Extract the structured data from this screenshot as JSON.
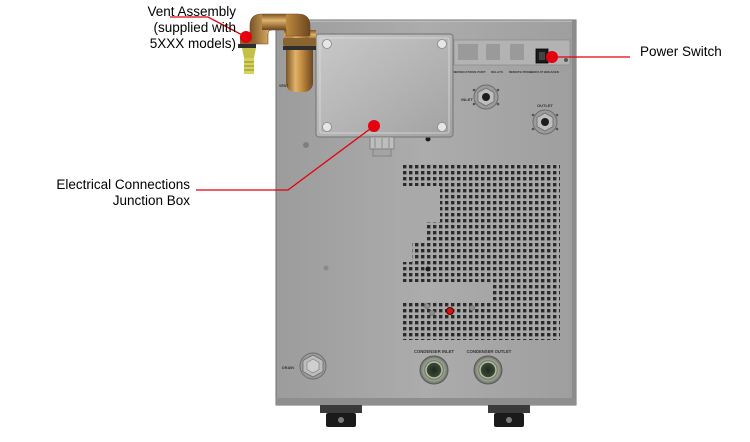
{
  "callouts": {
    "vent_assembly": "Vent Assembly\n(supplied with\n5XXX models)",
    "junction_box": "Electrical Connections\nJunction Box",
    "power_switch": "Power Switch"
  },
  "panel_labels": {
    "vent": "VENT",
    "inlet": "INLET",
    "outlet": "OUTLET",
    "drain": "DRAIN",
    "condenser_inlet": "CONDENSER INLET",
    "condenser_outlet": "CONDENSER OUTLET",
    "strip": [
      "COMMUNICATIONS PORT",
      "RELAYS",
      "REMOTE PROBE",
      "CIRCUIT BREAKER"
    ]
  },
  "colors": {
    "leader_line": "#e3000f",
    "panel": "#a9a9a9",
    "brass": "#b8843c"
  }
}
